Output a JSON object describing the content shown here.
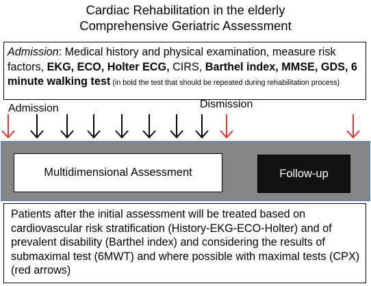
{
  "title": {
    "line1": "Cardiac Rehabilitation in the elderly",
    "line2": "Comprehensive Geriatric Assessment"
  },
  "admission_box": {
    "lead_italic": "Admission",
    "text1": ": Medical history and physical examination, measure risk factors, ",
    "bold1": "EKG, ECO, Holter ECG,",
    "text2": " CIRS, ",
    "bold2": "Barthel index, MMSE, GDS, 6 minute walking test",
    "note": " (in bold the test that should be repeated during rehabilitation process)"
  },
  "timeline": {
    "admission_label": "Admission",
    "dismission_label": "Dismission",
    "arrows": [
      {
        "color": "#e53228"
      },
      {
        "color": "#000000"
      },
      {
        "color": "#000000"
      },
      {
        "color": "#000000"
      },
      {
        "color": "#000000"
      },
      {
        "color": "#000000"
      },
      {
        "color": "#000000"
      },
      {
        "color": "#000000"
      },
      {
        "color": "#e53228"
      },
      {
        "color": "#e53228"
      }
    ]
  },
  "phases": {
    "assessment_label": "Multidimensional Assessment",
    "followup_label": "Follow-up"
  },
  "patients_text": "Patients after the initial assessment will be treated based on cardiovascular risk stratification (History-EKG-ECO-Holter) and of prevalent disability (Barthel index) and considering the results of submaximal test (6MWT) and where possible with maximal tests (CPX) (red arrows)",
  "colors": {
    "red_arrow": "#e53228",
    "band_fill": "#868686",
    "band_border": "#4a86c8",
    "followup_fill": "#111111"
  }
}
